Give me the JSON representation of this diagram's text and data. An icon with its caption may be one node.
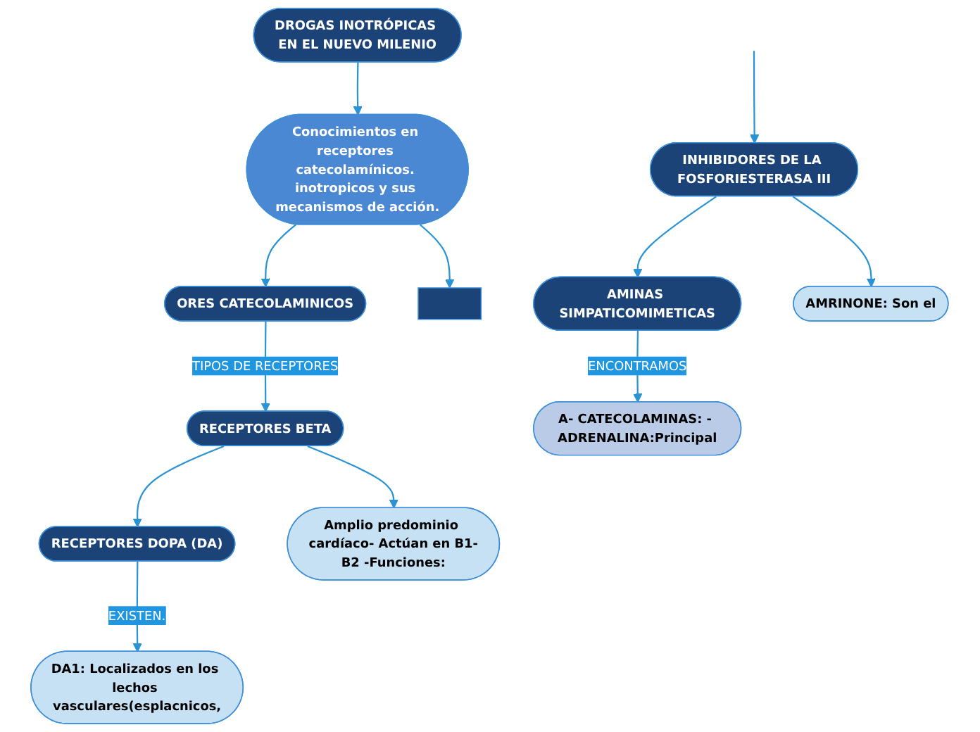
{
  "diagram": {
    "nodes": [
      {
        "text": [
          "DROGAS INOTRÓPICAS EN EL NUEVO MILENIO"
        ]
      },
      {
        "text": [
          "Conocimientos en receptores catecolamínicos. inotropicos y sus mecanismos de acción."
        ]
      },
      {
        "text": [
          "ORES CATECOLAMINICOS"
        ]
      },
      {
        "text": [],
        "shape": "box"
      },
      {
        "text": [
          "RECEPTORES BETA"
        ]
      },
      {
        "text": [
          "RECEPTORES DOPA (DA)"
        ]
      },
      {
        "text": [
          "Amplio predominio cardíaco- Actúan en B1-B2 -Funciones:"
        ]
      },
      {
        "text": [
          "DA1: Localizados en los lechos vasculares(esplacnicos,"
        ]
      },
      {
        "text": [
          "AMINAS SIMPATICOMIMETICAS"
        ]
      },
      {
        "text": [
          "INHIBIDORES DE LA FOSFORIESTERASA III"
        ]
      },
      {
        "text": [
          "A- CATECOLAMINAS: - ADRENALINA:Principal"
        ]
      },
      {
        "text": [
          "AMRINONE: Son el"
        ]
      }
    ],
    "edges": [
      {
        "from": 0,
        "to": 1,
        "arrow": "to"
      },
      {
        "from": 1,
        "to": 2,
        "arrow": "to"
      },
      {
        "from": 1,
        "to": 3,
        "arrow": "to"
      },
      {
        "from": 2,
        "to": 4,
        "arrow": "to",
        "label": "TIPOS DE RECEPTORES"
      },
      {
        "from": 4,
        "to": 5,
        "arrow": "to"
      },
      {
        "from": 4,
        "to": 6,
        "arrow": "to"
      },
      {
        "from": 5,
        "to": 7,
        "arrow": "to",
        "label": "EXISTEN."
      },
      {
        "from": 9,
        "to": 8,
        "arrow": "to"
      },
      {
        "from": 8,
        "to": 10,
        "arrow": "to",
        "label": "ENCONTRAMOS"
      },
      {
        "from": 9,
        "to": 11,
        "arrow": "to"
      },
      {
        "from": null,
        "to": 9,
        "arrow": "to"
      }
    ]
  }
}
